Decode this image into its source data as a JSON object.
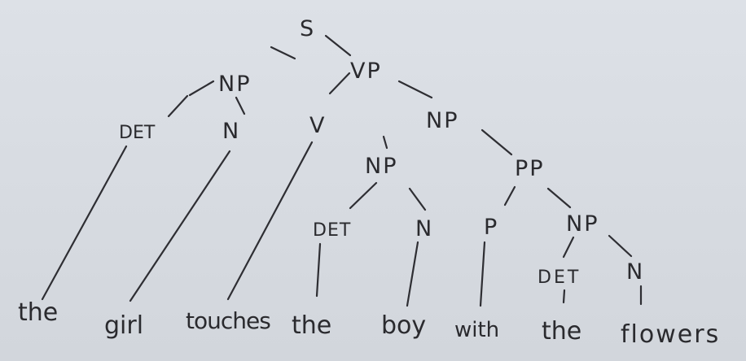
{
  "tree": {
    "nodes": [
      {
        "id": "s",
        "label": "S"
      },
      {
        "id": "np1",
        "label": "NP"
      },
      {
        "id": "vp",
        "label": "VP"
      },
      {
        "id": "det1",
        "label": "DET"
      },
      {
        "id": "n1",
        "label": "N"
      },
      {
        "id": "v",
        "label": "V"
      },
      {
        "id": "np2",
        "label": "NP"
      },
      {
        "id": "np3",
        "label": "NP"
      },
      {
        "id": "pp",
        "label": "PP"
      },
      {
        "id": "det2",
        "label": "DET"
      },
      {
        "id": "n2",
        "label": "N"
      },
      {
        "id": "p",
        "label": "P"
      },
      {
        "id": "np4",
        "label": "NP"
      },
      {
        "id": "det3",
        "label": "DET"
      },
      {
        "id": "n3",
        "label": "N"
      }
    ],
    "words": [
      {
        "id": "w1",
        "text": "the"
      },
      {
        "id": "w2",
        "text": "girl"
      },
      {
        "id": "w3",
        "text": "touches"
      },
      {
        "id": "w4",
        "text": "the"
      },
      {
        "id": "w5",
        "text": "boy"
      },
      {
        "id": "w6",
        "text": "with"
      },
      {
        "id": "w7",
        "text": "the"
      },
      {
        "id": "w8",
        "text": "flowers"
      }
    ]
  }
}
